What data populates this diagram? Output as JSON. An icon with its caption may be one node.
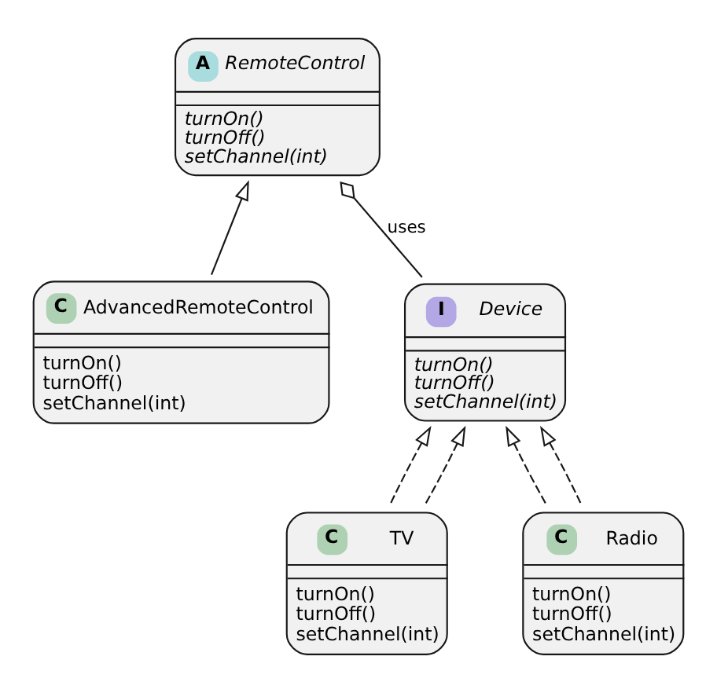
{
  "diagram": {
    "nodes": [
      {
        "text": [
          "A",
          "RemoteControl",
          "turnOn()",
          "turnOff()",
          "setChannel(int)"
        ]
      },
      {
        "text": [
          "C",
          "AdvancedRemoteControl",
          "turnOn()",
          "turnOff()",
          "setChannel(int)"
        ]
      },
      {
        "text": [
          "I",
          "Device",
          "turnOn()",
          "turnOff()",
          "setChannel(int)"
        ]
      },
      {
        "text": [
          "C",
          "TV",
          "turnOn()",
          "turnOff()",
          "setChannel(int)"
        ]
      },
      {
        "text": [
          "C",
          "Radio",
          "turnOn()",
          "turnOff()",
          "setChannel(int)"
        ]
      }
    ],
    "edges": [
      {
        "from": 1,
        "to": 0,
        "arrow": "to"
      },
      {
        "from": 0,
        "to": 2,
        "arrow": "other",
        "label": "uses"
      },
      {
        "from": 3,
        "to": 2,
        "arrow": "to",
        "style": "dashed"
      },
      {
        "from": 3,
        "to": 2,
        "arrow": "to",
        "style": "dashed"
      },
      {
        "from": 4,
        "to": 2,
        "arrow": "to",
        "style": "dashed"
      },
      {
        "from": 4,
        "to": 2,
        "arrow": "to",
        "style": "dashed"
      }
    ]
  }
}
